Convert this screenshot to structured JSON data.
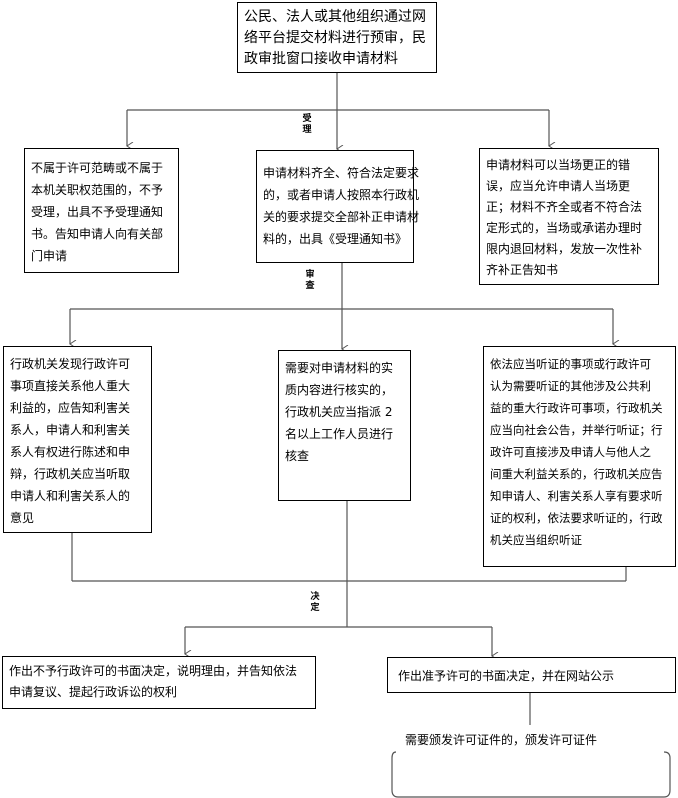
{
  "top": {
    "lines": [
      "公民、法人或其他组织通过网",
      "络平台提交材料进行预审，民",
      "政审批窗口接收申请材料"
    ]
  },
  "labels": {
    "accept": [
      "受",
      "理"
    ],
    "review": [
      "审",
      "查"
    ],
    "decide": [
      "决",
      "定"
    ]
  },
  "row1": {
    "left": [
      "不属于许可范畴或不属于",
      "本机关职权范围的，不予",
      "受理，出具不予受理通知",
      "书。告知申请人向有关部",
      "门申请"
    ],
    "middle": [
      "申请材料齐全、符合法定要求",
      "的，或者申请人按照本行政机",
      "关的要求提交全部补正申请材",
      "料的，出具《受理通知书》"
    ],
    "right": [
      "申请材料可以当场更正的错",
      "误，应当允许申请人当场更",
      "正；材料不齐全或者不符合法",
      "定形式的，当场或承诺办理时",
      "限内退回材料，发放一次性补",
      "齐补正告知书"
    ]
  },
  "row2": {
    "left": [
      "行政机关发现行政许可",
      "事项直接关系他人重大",
      "利益的，应告知利害关",
      "系人，申请人和利害关",
      "系人有权进行陈述和申",
      "辩，行政机关应当听取",
      "申请人和利害关系人的",
      "意见"
    ],
    "middle": [
      "需要对申请材料的实",
      "质内容进行核实的，",
      "行政机关应当指派 2",
      "名以上工作人员进行",
      "核查"
    ],
    "right": [
      "依法应当听证的事项或行政许可",
      "认为需要听证的其他涉及公共利",
      "益的重大行政许可事项，行政机关",
      "应当向社会公告，并举行听证；行",
      "政许可直接涉及申请人与他人之",
      "间重大利益关系的，行政机关应告",
      "知申请人、利害关系人享有要求听",
      "证的权利，依法要求听证的，行政",
      "机关应当组织听证"
    ]
  },
  "row3": {
    "left": [
      "作出不予行政许可的书面决定，说明理由，并告知依法",
      "申请复议、提起行政诉讼的权利"
    ],
    "right": [
      "作出准予许可的书面决定，并在网站公示"
    ]
  },
  "certificate": {
    "text": "需要颁发许可证件的，颁发许可证件"
  }
}
